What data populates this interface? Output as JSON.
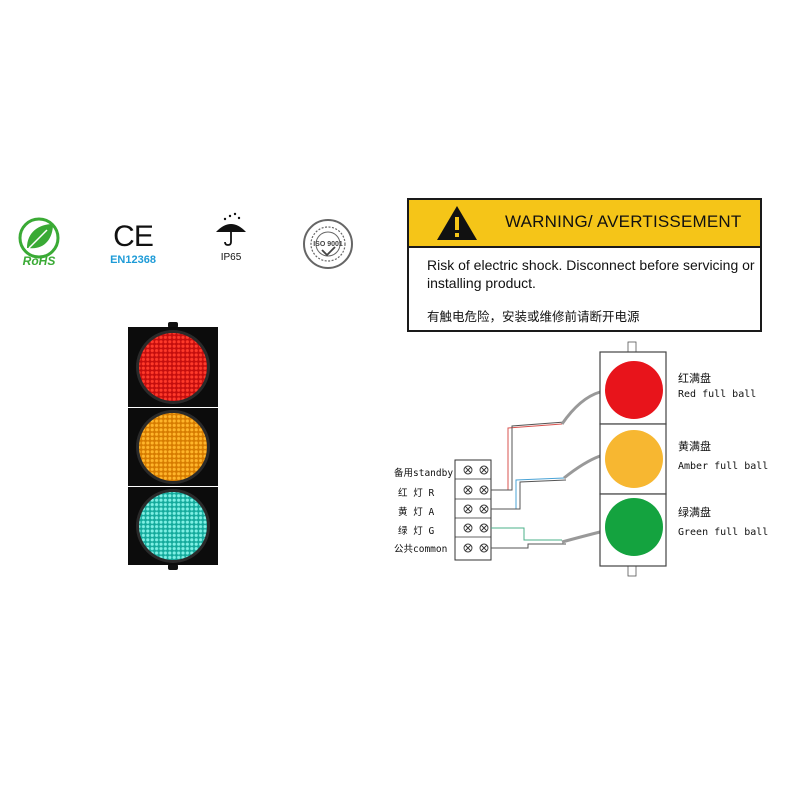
{
  "certifications": [
    {
      "icon": "rohs-leaf-icon",
      "label": "RoHS"
    },
    {
      "icon": "ce-mark-icon",
      "mark": "CE",
      "label": "EN12368"
    },
    {
      "icon": "umbrella-rain-icon",
      "label": "IP65"
    },
    {
      "icon": "iso-seal-icon",
      "label": "ISO 9001"
    }
  ],
  "warning": {
    "title": "WARNING/ AVERTISSEMENT",
    "text_en": "Risk of electric shock. Disconnect before servicing or installing product.",
    "text_cn": "有触电危险，安装或维修前请断开电源"
  },
  "terminal_labels": [
    "备用standby",
    "红  灯 R",
    "黄  灯 A",
    "绿  灯 G",
    "公共common"
  ],
  "lamp_labels": [
    {
      "cn": "红满盘",
      "en": "Red full ball"
    },
    {
      "cn": "黄满盘",
      "en": "Amber full ball"
    },
    {
      "cn": "绿满盘",
      "en": "Green full ball"
    }
  ],
  "colors": {
    "warning_yellow": "#f5c518",
    "red": "#e8141b",
    "amber": "#f7b731",
    "green": "#14a33f",
    "cyan_led": "#2fd6c8",
    "rohs_green": "#3aaa35",
    "en_blue": "#1e9bd7"
  }
}
